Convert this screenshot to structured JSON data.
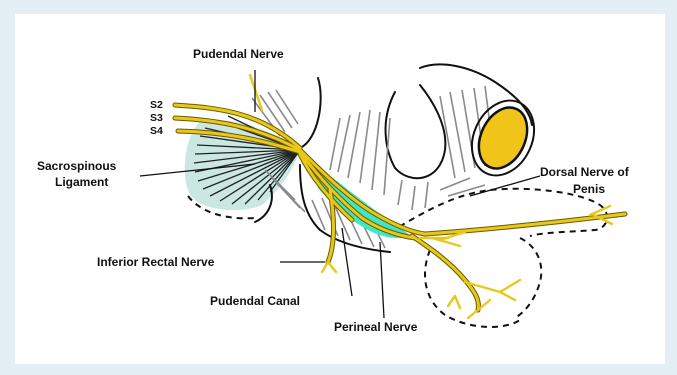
{
  "labels": {
    "pudendal_nerve": "Pudendal Nerve",
    "s2": "S2",
    "s3": "S3",
    "s4": "S4",
    "sacrospinous_line1": "Sacrospinous",
    "sacrospinous_line2": "Ligament",
    "dorsal_line1": "Dorsal Nerve of",
    "dorsal_line2": "Penis",
    "inferior_rectal": "Inferior Rectal Nerve",
    "pudendal_canal": "Pudendal Canal",
    "perineal": "Perineal Nerve"
  },
  "colors": {
    "nerve": "#e8c91a",
    "nerve_outline": "#6b5a00",
    "canal": "#3de8c8",
    "ligament": "#9fd6c8",
    "bone_fill": "#f0c419",
    "background": "#e3eef5"
  }
}
